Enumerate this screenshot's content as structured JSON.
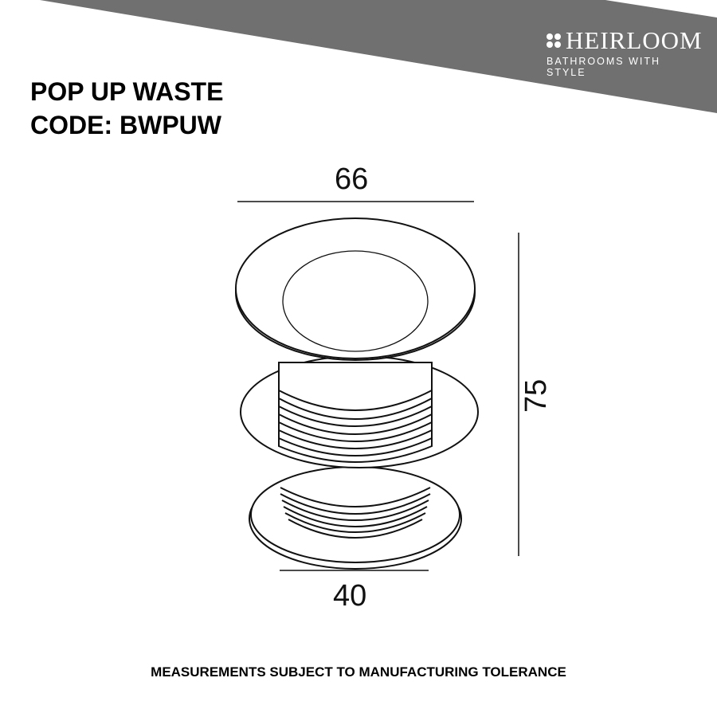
{
  "brand": {
    "name": "HEIRLOOM",
    "tagline": "BATHROOMS WITH STYLE",
    "banner_color": "#707070"
  },
  "product": {
    "title": "POP UP WASTE",
    "code_line": "CODE: BWPUW"
  },
  "dimensions": {
    "top_width": "66",
    "height": "75",
    "bottom_width": "40"
  },
  "footer": {
    "note": "MEASUREMENTS SUBJECT TO MANUFACTURING TOLERANCE"
  }
}
